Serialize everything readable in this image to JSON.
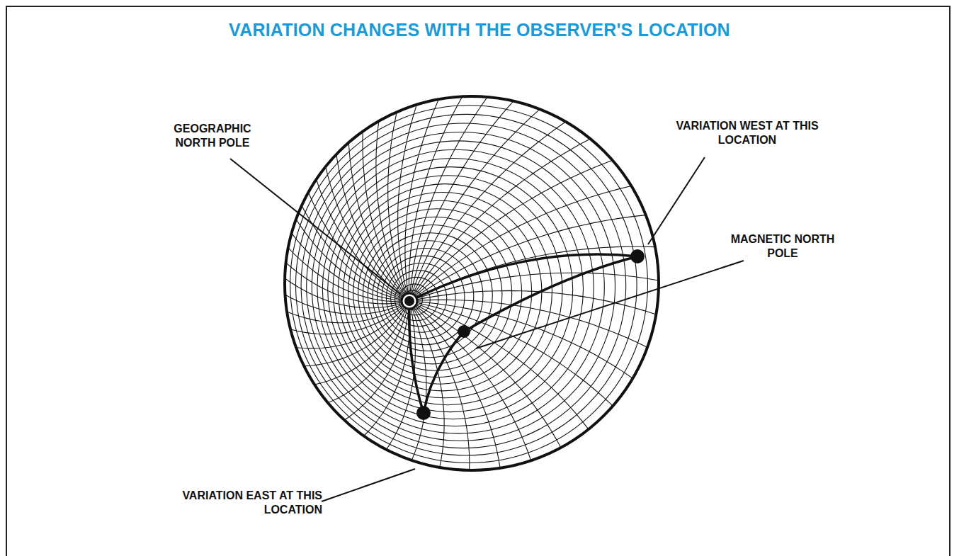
{
  "diagram": {
    "title": "VARIATION CHANGES WITH THE OBSERVER'S LOCATION",
    "labels": [
      "GEOGRAPHIC NORTH POLE",
      "VARIATION WEST AT THIS LOCATION",
      "MAGNETIC NORTH POLE",
      "VARIATION EAST AT THIS LOCATION"
    ]
  }
}
